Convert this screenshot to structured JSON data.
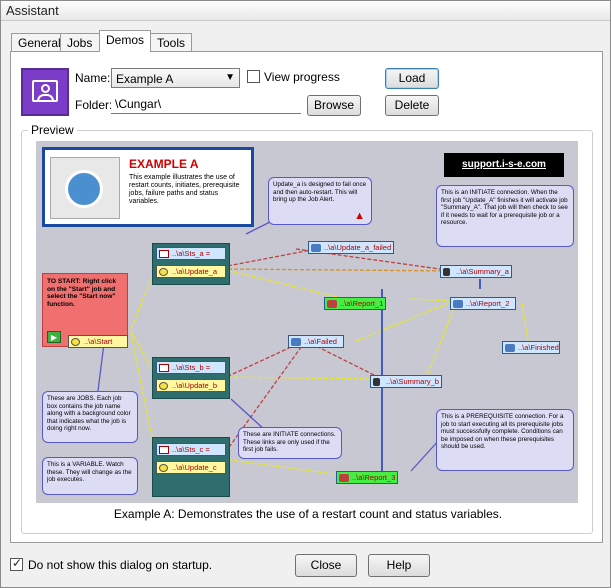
{
  "window": {
    "title": "Assistant"
  },
  "tabs": [
    {
      "label": "General",
      "active": false
    },
    {
      "label": "Jobs",
      "active": false
    },
    {
      "label": "Demos",
      "active": true
    },
    {
      "label": "Tools",
      "active": false
    }
  ],
  "demo": {
    "name_label": "Name:",
    "name_value": "Example A",
    "view_progress_label": "View progress",
    "view_progress_checked": false,
    "folder_label": "Folder:",
    "folder_value": "\\Cungar\\",
    "load_label": "Load",
    "browse_label": "Browse",
    "delete_label": "Delete"
  },
  "preview": {
    "legend": "Preview",
    "caption": "Example A: Demonstrates the use of a restart count and status variables.",
    "diagram": {
      "example_title": "EXAMPLE A",
      "example_text": "This example illustrates the use of restart counts, initiates, prerequisite jobs, failure paths and status variables.",
      "support_link": "support.i-s-e.com",
      "start_note": "TO START: Right click on the \"Start\" job and select the \"Start now\" function.",
      "update_a_note": "Update_a is designed to fail once and then auto-restart. This will bring up the Job Alert.",
      "initiate_note": "This is an INITIATE connection. When the first job \"Update_A\" finishes it will activate job \"Summary_A\". That job will then check to see if it needs to wait for a prerequisite job or a resource.",
      "jobs_note": "These are JOBS. Each job box contains the job name along with a background color that indicates what the job is doing right now.",
      "initiate_conn_note": "These are INITIATE connections. These links are only used if the first job fails.",
      "variable_note": "This is a VARIABLE. Watch these. They will change as the job executes.",
      "prereq_note": "This is a PREREQUISITE connection. For a job to start executing all its prerequisite jobs must successfully complete. Conditions can be imposed on when these prerequisites should be used.",
      "nodes": {
        "sts_a": "..\\a\\Sts_a =",
        "update_a": "..\\a\\Update_a",
        "update_a_failed": "..\\a\\Update_a_failed",
        "summary_a": "..\\a\\Summary_a",
        "report_1": "..\\a\\Report_1",
        "report_2": "..\\a\\Report_2",
        "start": "..\\a\\Start",
        "failed": "..\\a\\Failed",
        "finished": "..\\a\\Finished",
        "sts_b": "..\\a\\Sts_b =",
        "update_b": "..\\a\\Update_b",
        "summary_b": "..\\a\\Summary_b",
        "sts_c": "..\\a\\Sts_c =",
        "update_c": "..\\a\\Update_c",
        "report_3": "..\\a\\Report_3"
      }
    }
  },
  "footer": {
    "dont_show_label": "Do not show this dialog on startup.",
    "dont_show_checked": true,
    "close_label": "Close",
    "help_label": "Help"
  },
  "icons": {
    "app": "demo-presentation-icon",
    "accent": "#7b3cc7"
  }
}
